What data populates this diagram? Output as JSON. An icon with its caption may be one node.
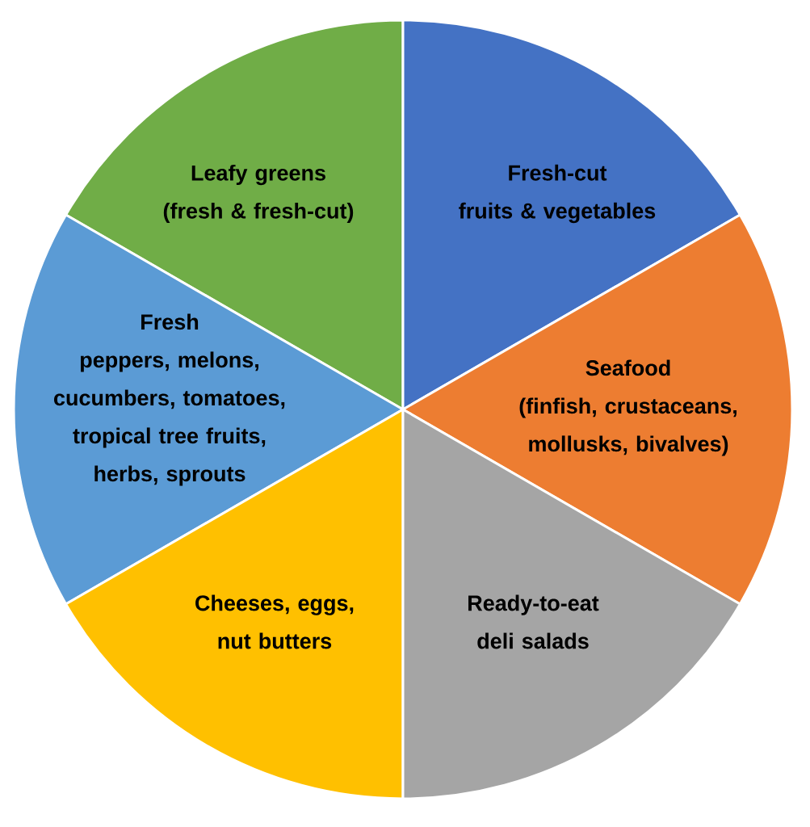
{
  "diagram": {
    "nodes": [
      {
        "text": [
          "Leafy greens",
          "(fresh & fresh-cut)"
        ]
      },
      {
        "text": [
          "Fresh-cut",
          "fruits & vegetables"
        ]
      },
      {
        "text": [
          "Fresh",
          "peppers, melons, cucumbers, tomatoes, tropical tree fruits, herbs, sprouts"
        ]
      },
      {
        "text": [
          "Seafood",
          "(finfish, crustaceans, mollusks, bivalves)"
        ]
      },
      {
        "text": [
          "Cheeses, eggs, nut butters"
        ]
      },
      {
        "text": [
          "Ready-to-eat deli salads"
        ]
      }
    ]
  }
}
